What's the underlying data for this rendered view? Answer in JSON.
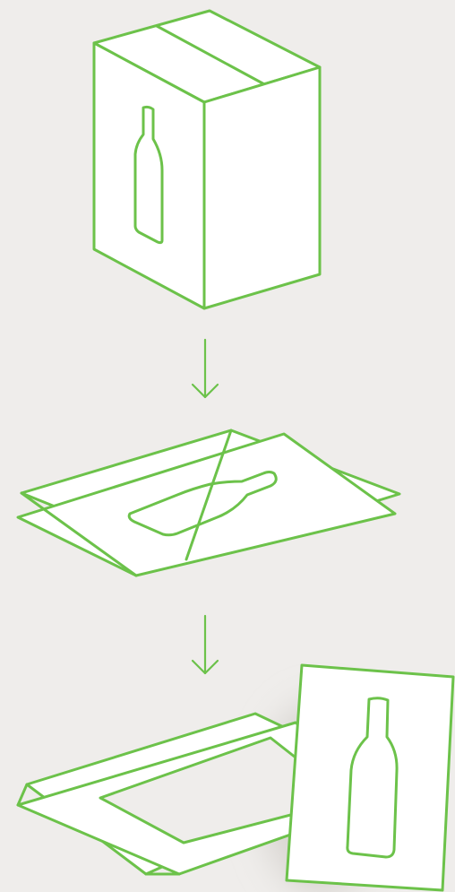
{
  "colors": {
    "background": "#efedeb",
    "stroke": "#6cc24a",
    "fill": "#ffffff",
    "shadow": "#d9d6d2"
  },
  "steps": [
    {
      "name": "shipping-box",
      "icon": "box-with-bottle-icon"
    },
    {
      "name": "arrow-1",
      "icon": "arrow-down-icon"
    },
    {
      "name": "insert-tray",
      "icon": "stacked-sheets-with-bottle-cutout-icon"
    },
    {
      "name": "arrow-2",
      "icon": "arrow-down-icon"
    },
    {
      "name": "frame-and-panel",
      "icon": "frame-sheets-with-bottle-panel-icon"
    }
  ]
}
